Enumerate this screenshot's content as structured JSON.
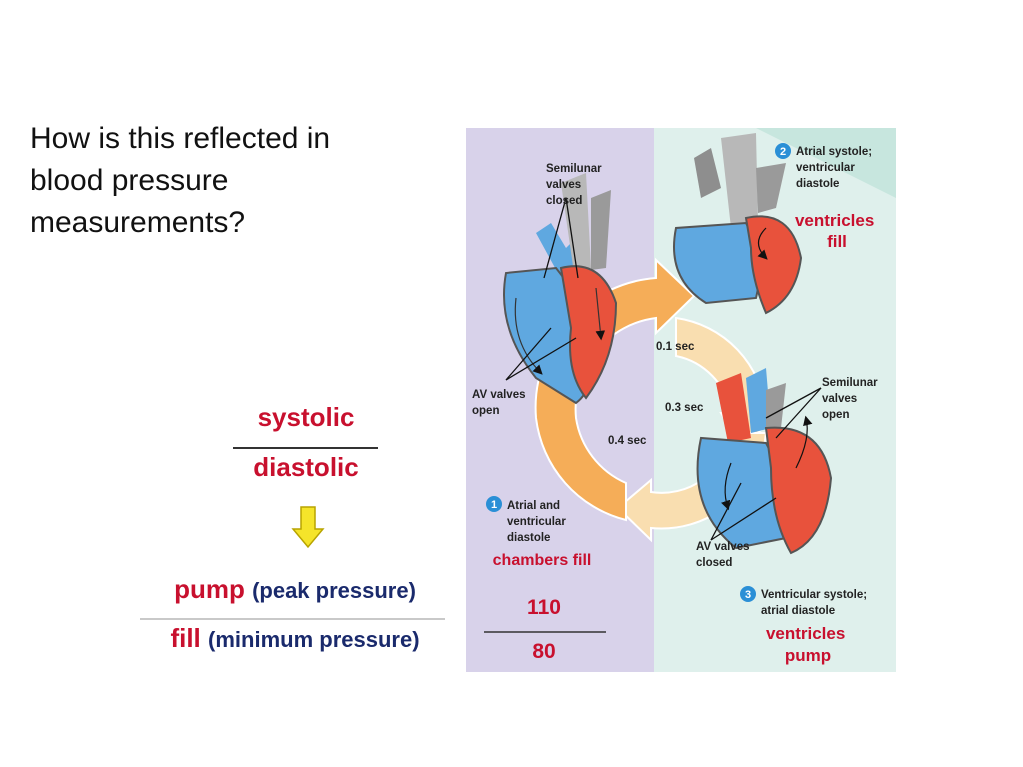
{
  "question": "How is this reflected in\nblood pressure\nmeasurements?",
  "fraction": {
    "numerator": "systolic",
    "denominator": "diastolic"
  },
  "pump_line": {
    "term": "pump",
    "note": "(peak pressure)"
  },
  "fill_line": {
    "term": "fill",
    "note": "(minimum pressure)"
  },
  "colors": {
    "accent_red": "#c8102e",
    "navy": "#1a2a6c",
    "arrow_yellow": "#f5e42a",
    "left_panel": "#d8d2ea",
    "right_panel": "#dff0ec"
  },
  "diagram": {
    "semilunar_closed": [
      "Semilunar",
      "valves",
      "closed"
    ],
    "av_open": [
      "AV valves",
      "open"
    ],
    "semilunar_open": [
      "Semilunar",
      "valves",
      "open"
    ],
    "av_closed": [
      "AV valves",
      "closed"
    ],
    "stage1": {
      "number": "1",
      "lines": [
        "Atrial and",
        "ventricular",
        "diastole"
      ]
    },
    "stage2": {
      "number": "2",
      "lines": [
        "Atrial systole;",
        "ventricular",
        "diastole"
      ]
    },
    "stage3": {
      "number": "3",
      "lines": [
        "Ventricular systole;",
        "atrial diastole"
      ]
    },
    "t1": "0.1 sec",
    "t3": "0.3 sec",
    "t4": "0.4 sec",
    "ventricles_fill": [
      "ventricles",
      "fill"
    ],
    "chambers_fill": "chambers fill",
    "ventricles_pump": [
      "ventricles",
      "pump"
    ],
    "bp_top": "110",
    "bp_bottom": "80"
  }
}
